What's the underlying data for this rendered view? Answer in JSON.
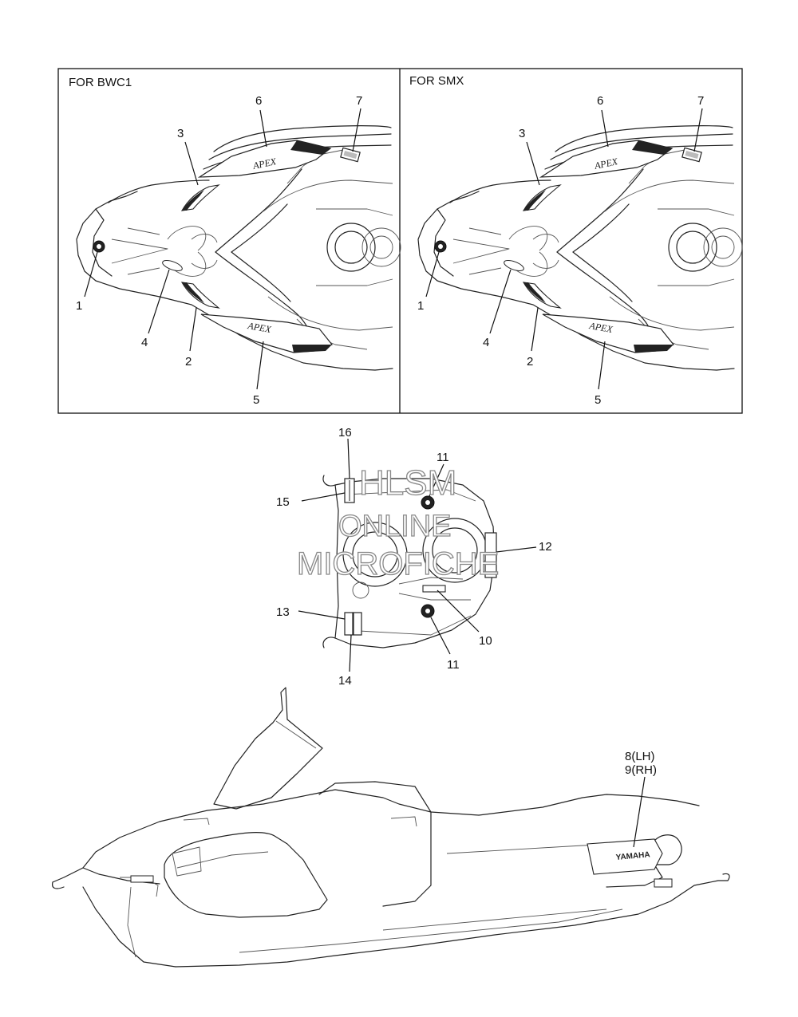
{
  "panels": [
    {
      "title": "FOR BWC1",
      "logo_text": "APEX"
    },
    {
      "title": "FOR SMX",
      "logo_text": "APEX"
    }
  ],
  "callouts": {
    "c1": "1",
    "c2": "2",
    "c3": "3",
    "c4": "4",
    "c5": "5",
    "c6": "6",
    "c7": "7",
    "c10": "10",
    "c11": "11",
    "c12": "12",
    "c13": "13",
    "c14": "14",
    "c15": "15",
    "c16": "16",
    "c8": "8(LH)",
    "c9": "9(RH)"
  },
  "side_decal_text": "YAMAHA",
  "watermark": {
    "line1": "HLSM",
    "line2": "ONLINE",
    "line3": "MICROFICHE"
  }
}
